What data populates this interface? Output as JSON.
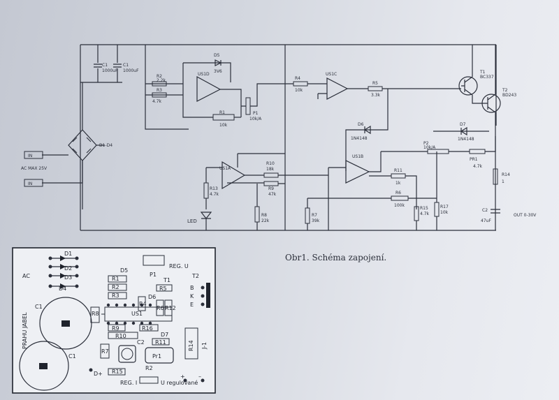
{
  "caption": "Obr1. Schéma zapojení.",
  "schematic": {
    "capacitors_input": [
      {
        "ref": "C1",
        "value": "1000uF"
      },
      {
        "ref": "C1",
        "value": "1000uF"
      }
    ],
    "bridge": "D1-D4",
    "ac_input": {
      "label": "AC MAX 25V",
      "pins": [
        "IN",
        "IN"
      ]
    },
    "opamps": [
      "US1D",
      "US1C",
      "US1A",
      "US1B"
    ],
    "resistors": [
      {
        "ref": "R2",
        "value": "2.2k"
      },
      {
        "ref": "R3",
        "value": "4.7k"
      },
      {
        "ref": "R1",
        "value": "10k"
      },
      {
        "ref": "R4",
        "value": "10k"
      },
      {
        "ref": "R5",
        "value": "3.3k"
      },
      {
        "ref": "R10",
        "value": "18k"
      },
      {
        "ref": "R9",
        "value": "47k"
      },
      {
        "ref": "R13",
        "value": "4.7k"
      },
      {
        "ref": "R8",
        "value": "22k"
      },
      {
        "ref": "R7",
        "value": "39k"
      },
      {
        "ref": "R11",
        "value": "1k"
      },
      {
        "ref": "R6",
        "value": "100k"
      },
      {
        "ref": "R15",
        "value": "4.7k"
      },
      {
        "ref": "R17",
        "value": "10k"
      },
      {
        "ref": "R14",
        "value": "1"
      }
    ],
    "pots": [
      {
        "ref": "P1",
        "value": "10k/A"
      },
      {
        "ref": "P2",
        "value": "10k/A"
      },
      {
        "ref": "PR1",
        "value": "4.7k"
      }
    ],
    "diodes": [
      {
        "ref": "D5",
        "value": "3V6"
      },
      {
        "ref": "D6",
        "value": "1N4148"
      },
      {
        "ref": "D7",
        "value": "1N4148"
      }
    ],
    "transistors": [
      {
        "ref": "T1",
        "value": "BC337"
      },
      {
        "ref": "T2",
        "value": "BD243"
      }
    ],
    "output_cap": {
      "ref": "C2",
      "value": "47uF"
    },
    "led_label": "LED",
    "output_label": "OUT 0-30V"
  },
  "pcb": {
    "labels": {
      "ac": "AC",
      "d1": "D1",
      "d2": "D2",
      "d3": "D3",
      "d4": "D4",
      "c1a": "C1",
      "c1b": "C1",
      "side": "PRAHU JABEL",
      "d5": "D5",
      "p1": "P1",
      "reg_u": "REG. U",
      "r1": "R1",
      "r2": "R2",
      "r3": "R3",
      "t1": "T1",
      "r5": "R5",
      "d6": "D6",
      "r8": "R8",
      "us1": "US1",
      "r4": "R4",
      "r9": "R9",
      "r10": "R10",
      "r16": "R16",
      "r11": "R11",
      "d7": "D7",
      "r7": "R7",
      "c2": "C2",
      "pr1": "Pr1",
      "r14": "R14",
      "j1": "J-1",
      "t2": "T2",
      "b": "B",
      "k": "K",
      "e": "E",
      "r15": "R15",
      "r2b": "R2",
      "reg_i": "REG. I",
      "dplus": "D+",
      "u_reg": "U regulované",
      "plus": "+",
      "minus": "–",
      "r6": "R6",
      "r12": "R12"
    }
  }
}
